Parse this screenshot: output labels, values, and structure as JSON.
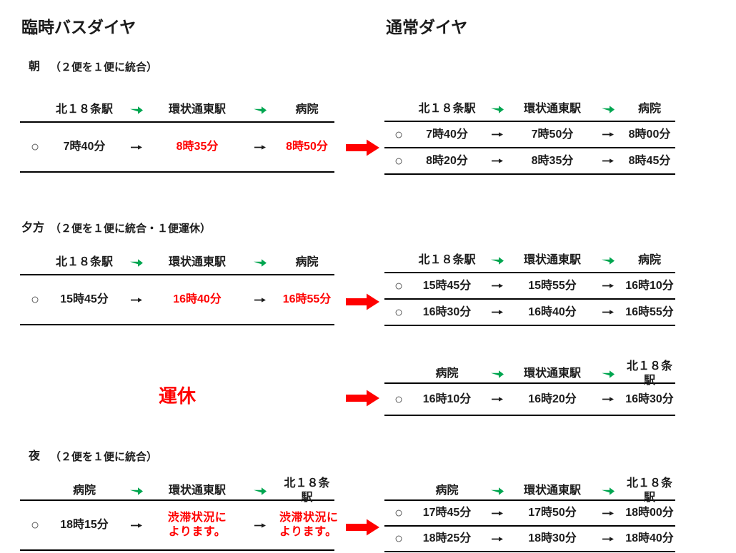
{
  "titles": {
    "left": "臨時バスダイヤ",
    "right": "通常ダイヤ"
  },
  "colors": {
    "accent_red": "#ff0000",
    "arrow_green": "#00a650",
    "arrow_black": "#1c1c1c"
  },
  "row_marker": "○",
  "suspended_label": "運休",
  "sections": {
    "morning": {
      "label": "朝",
      "note": "（２便を１便に統合）",
      "temp": {
        "headers": [
          "北１８条駅",
          "環状通東駅",
          "病院"
        ],
        "row1": {
          "c1": "7時40分",
          "c2": "8時35分",
          "c3": "8時50分"
        }
      },
      "normal": {
        "headers": [
          "北１８条駅",
          "環状通東駅",
          "病院"
        ],
        "row1": {
          "c1": "7時40分",
          "c2": "7時50分",
          "c3": "8時00分"
        },
        "row2": {
          "c1": "8時20分",
          "c2": "8時35分",
          "c3": "8時45分"
        }
      }
    },
    "evening": {
      "label": "夕方",
      "note": "（２便を１便に統合・１便運休）",
      "temp": {
        "headers": [
          "北１８条駅",
          "環状通東駅",
          "病院"
        ],
        "row1": {
          "c1": "15時45分",
          "c2": "16時40分",
          "c3": "16時55分"
        }
      },
      "normal": {
        "headers": [
          "北１８条駅",
          "環状通東駅",
          "病院"
        ],
        "row1": {
          "c1": "15時45分",
          "c2": "15時55分",
          "c3": "16時10分"
        },
        "row2": {
          "c1": "16時30分",
          "c2": "16時40分",
          "c3": "16時55分"
        }
      }
    },
    "suspended": {
      "normal": {
        "headers": [
          "病院",
          "環状通東駅",
          "北１８条駅"
        ],
        "row1": {
          "c1": "16時10分",
          "c2": "16時20分",
          "c3": "16時30分"
        }
      }
    },
    "night": {
      "label": "夜",
      "note": "（２便を１便に統合）",
      "temp": {
        "headers": [
          "病院",
          "環状通東駅",
          "北１８条駅"
        ],
        "row1": {
          "c1": "18時15分",
          "c2": "渋滞状況に\nよります。",
          "c3": "渋滞状況に\nよります。"
        }
      },
      "normal": {
        "headers": [
          "病院",
          "環状通東駅",
          "北１８条駅"
        ],
        "row1": {
          "c1": "17時45分",
          "c2": "17時50分",
          "c3": "18時00分"
        },
        "row2": {
          "c1": "18時25分",
          "c2": "18時30分",
          "c3": "18時40分"
        }
      }
    }
  }
}
